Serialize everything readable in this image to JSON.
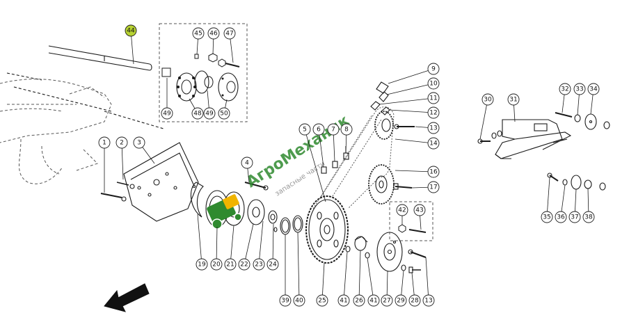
{
  "diagram": {
    "colors": {
      "line": "#1a1a1a",
      "dashed": "#555555",
      "highlight": "#b7d232",
      "watermark_green": "#2f8a2f",
      "watermark_gray": "#9a9a9a"
    },
    "highlighted_part": "44",
    "callouts": [
      {
        "id": "c44",
        "label": "44"
      },
      {
        "id": "c45",
        "label": "45"
      },
      {
        "id": "c46",
        "label": "46"
      },
      {
        "id": "c47",
        "label": "47"
      },
      {
        "id": "c48",
        "label": "48"
      },
      {
        "id": "c49a",
        "label": "49"
      },
      {
        "id": "c49b",
        "label": "49"
      },
      {
        "id": "c50",
        "label": "50"
      },
      {
        "id": "c1",
        "label": "1"
      },
      {
        "id": "c2",
        "label": "2"
      },
      {
        "id": "c3",
        "label": "3"
      },
      {
        "id": "c4",
        "label": "4"
      },
      {
        "id": "c5",
        "label": "5"
      },
      {
        "id": "c6",
        "label": "6"
      },
      {
        "id": "c7",
        "label": "7"
      },
      {
        "id": "c8",
        "label": "8"
      },
      {
        "id": "c9",
        "label": "9"
      },
      {
        "id": "c10",
        "label": "10"
      },
      {
        "id": "c11",
        "label": "11"
      },
      {
        "id": "c12",
        "label": "12"
      },
      {
        "id": "c13a",
        "label": "13"
      },
      {
        "id": "c14",
        "label": "14"
      },
      {
        "id": "c16",
        "label": "16"
      },
      {
        "id": "c17",
        "label": "17"
      },
      {
        "id": "c42",
        "label": "42"
      },
      {
        "id": "c43",
        "label": "43"
      },
      {
        "id": "c19",
        "label": "19"
      },
      {
        "id": "c20",
        "label": "20"
      },
      {
        "id": "c21",
        "label": "21"
      },
      {
        "id": "c22",
        "label": "22"
      },
      {
        "id": "c23",
        "label": "23"
      },
      {
        "id": "c24",
        "label": "24"
      },
      {
        "id": "c39",
        "label": "39"
      },
      {
        "id": "c40",
        "label": "40"
      },
      {
        "id": "c25",
        "label": "25"
      },
      {
        "id": "c41a",
        "label": "41"
      },
      {
        "id": "c26",
        "label": "26"
      },
      {
        "id": "c41b",
        "label": "41"
      },
      {
        "id": "c27",
        "label": "27"
      },
      {
        "id": "c29",
        "label": "29"
      },
      {
        "id": "c28",
        "label": "28"
      },
      {
        "id": "c13b",
        "label": "13"
      },
      {
        "id": "c30",
        "label": "30"
      },
      {
        "id": "c31",
        "label": "31"
      },
      {
        "id": "c32",
        "label": "32"
      },
      {
        "id": "c33",
        "label": "33"
      },
      {
        "id": "c34",
        "label": "34"
      },
      {
        "id": "c35",
        "label": "35"
      },
      {
        "id": "c36",
        "label": "36"
      },
      {
        "id": "c37",
        "label": "37"
      },
      {
        "id": "c38",
        "label": "38"
      }
    ],
    "watermark": {
      "brand": "АгроМеханик",
      "tagline": "запасные части"
    }
  }
}
